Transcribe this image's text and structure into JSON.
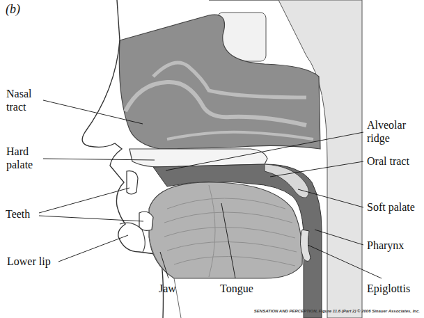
{
  "diagram": {
    "labels": [
      "(b)",
      "Nasal tract",
      "Hard palate",
      "Alveolar ridge",
      "Oral tract",
      "Teeth",
      "Soft palate",
      "Pharynx",
      "Lower lip",
      "Jaw",
      "Tongue",
      "Epiglottis",
      "SENSATION AND PERCEPTION, Figure 11.6 (Part 2) © 2006 Sinauer Associates, Inc."
    ]
  }
}
